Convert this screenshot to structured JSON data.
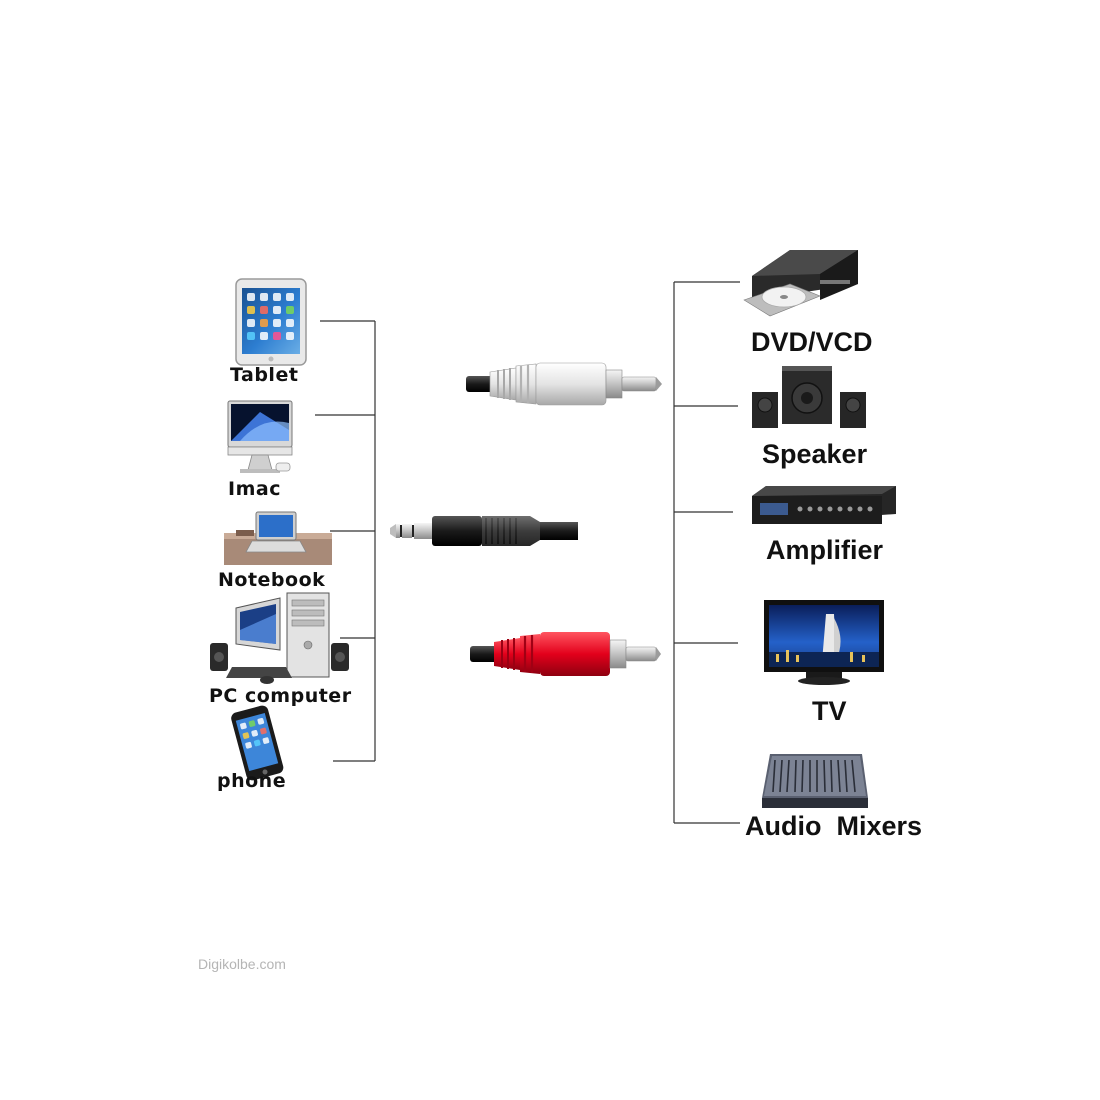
{
  "sources": [
    {
      "label": "Tablet",
      "icon": "tablet-icon"
    },
    {
      "label": "Imac",
      "icon": "imac-icon"
    },
    {
      "label": "Notebook",
      "icon": "notebook-icon"
    },
    {
      "label": "PC computer",
      "icon": "pc-computer-icon"
    },
    {
      "label": "phone",
      "icon": "phone-icon"
    }
  ],
  "destinations": [
    {
      "label": "DVD/VCD",
      "icon": "dvd-player-icon"
    },
    {
      "label": "Speaker",
      "icon": "speaker-icon"
    },
    {
      "label": "Amplifier",
      "icon": "amplifier-icon"
    },
    {
      "label": "TV",
      "icon": "tv-icon"
    },
    {
      "label": "Audio  Mixers",
      "icon": "audio-mixer-icon"
    }
  ],
  "connectors": {
    "input": {
      "type": "3.5mm stereo jack",
      "icon": "aux-jack-icon"
    },
    "output_white": {
      "type": "RCA plug",
      "color": "#e6e6e6",
      "icon": "rca-white-plug-icon"
    },
    "output_red": {
      "type": "RCA plug",
      "color": "#e3001b",
      "icon": "rca-red-plug-icon"
    }
  },
  "watermark": "Digikolbe.com"
}
